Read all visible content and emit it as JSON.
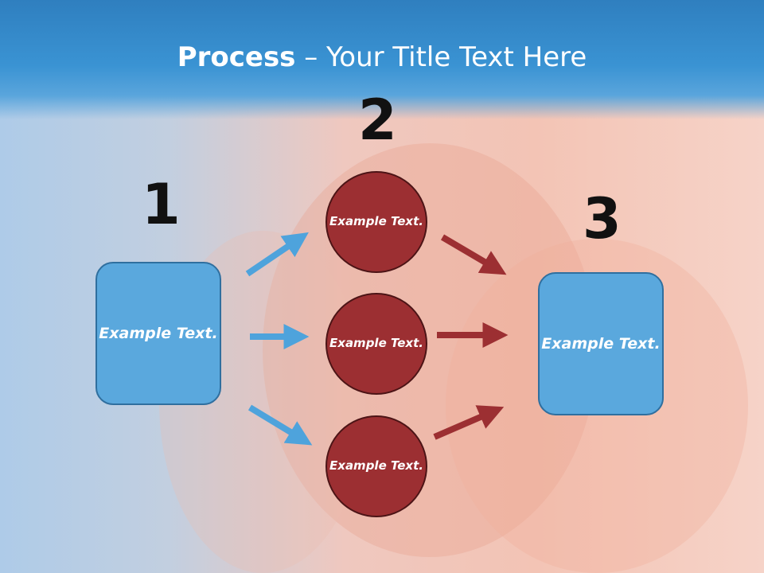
{
  "title": {
    "bold": "Process",
    "rest": " – Your Title Text Here"
  },
  "steps": [
    {
      "number": "1",
      "text": "Example Text."
    },
    {
      "number": "2",
      "items": [
        "Example Text.",
        "Example Text.",
        "Example Text."
      ]
    },
    {
      "number": "3",
      "text": "Example Text."
    }
  ],
  "colors": {
    "header": "#3a93d3",
    "box": "#5aa8dd",
    "circle": "#9c2f32",
    "blue_arrow": "#4ea3dc",
    "red_arrow": "#9c2f32"
  }
}
